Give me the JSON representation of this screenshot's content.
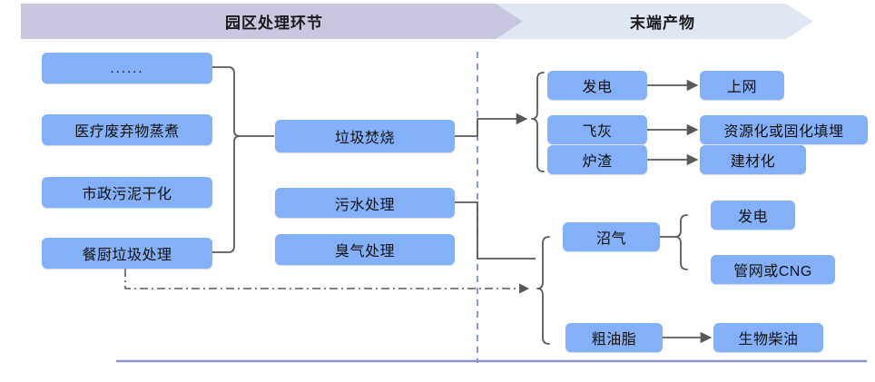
{
  "diagram": {
    "title_bar": {
      "segments": [
        {
          "label": "园区处理环节",
          "color": "#c9c7e0"
        },
        {
          "label": "末端产物",
          "color": "#dfe7f3"
        }
      ]
    },
    "inputs": {
      "group_label": "园区处理环节",
      "items": [
        {
          "id": "in-dots",
          "label": "......"
        },
        {
          "id": "in-medical",
          "label": "医疗废弃物蒸煮"
        },
        {
          "id": "in-sludge",
          "label": "市政污泥干化"
        },
        {
          "id": "in-kitchen",
          "label": "餐厨垃圾处理"
        }
      ]
    },
    "processes": {
      "items": [
        {
          "id": "proc-incineration",
          "label": "垃圾焚烧"
        },
        {
          "id": "proc-wastewater",
          "label": "污水处理"
        },
        {
          "id": "proc-odor",
          "label": "臭气处理"
        }
      ]
    },
    "outputs_top": {
      "items": [
        {
          "id": "out-power",
          "label": "发电"
        },
        {
          "id": "out-flyash",
          "label": "飞灰"
        },
        {
          "id": "out-slag",
          "label": "炉渣"
        }
      ]
    },
    "outcomes_top": {
      "items": [
        {
          "id": "res-grid",
          "label": "上网"
        },
        {
          "id": "res-landfill",
          "label": "资源化或固化填埋"
        },
        {
          "id": "res-building",
          "label": "建材化"
        }
      ]
    },
    "outputs_bottom": {
      "items": [
        {
          "id": "out-biogas",
          "label": "沼气"
        },
        {
          "id": "out-grease",
          "label": "粗油脂"
        }
      ]
    },
    "outcomes_bottom": {
      "items": [
        {
          "id": "res-power2",
          "label": "发电"
        },
        {
          "id": "res-cng",
          "label": "管网或CNG"
        },
        {
          "id": "res-biodiesel",
          "label": "生物柴油"
        }
      ]
    },
    "colors": {
      "node_fill": "#83b0f7",
      "banner_stage1": "#c9c7e0",
      "banner_stage2": "#dfe7f3",
      "connector": "#595959",
      "divider": "#8b96d8",
      "baseline": "#8b93d1"
    }
  }
}
